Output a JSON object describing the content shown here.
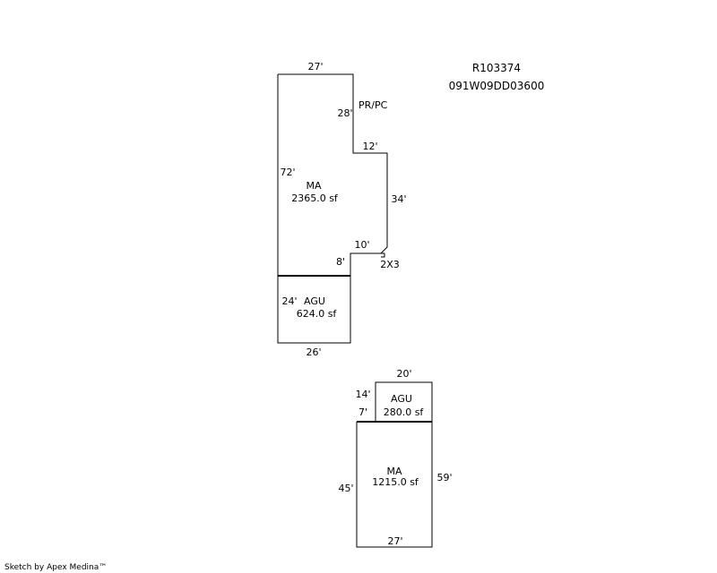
{
  "header": {
    "account": "R103374",
    "map_number": "091W09DD03600"
  },
  "footer": {
    "credit": "Sketch by Apex Medina™"
  },
  "building_1": {
    "main_area": {
      "code": "MA",
      "area": "2365.0 sf"
    },
    "garage": {
      "code": "AGU",
      "area": "624.0 sf"
    },
    "porch_label": "PR/PC",
    "corner_label": "2X3",
    "dimensions": {
      "top": "27'",
      "notch_drop": "28'",
      "notch_run": "12'",
      "right_side": "34'",
      "left_side": "72'",
      "step_run": "10'",
      "step_drop": "8'",
      "garage_side": "24'",
      "garage_bottom": "26'"
    }
  },
  "building_2": {
    "garage": {
      "code": "AGU",
      "area": "280.0 sf"
    },
    "main_area": {
      "code": "MA",
      "area": "1215.0 sf"
    },
    "dimensions": {
      "garage_top": "20'",
      "garage_side": "14'",
      "offset": "7'",
      "left_side": "45'",
      "right_side": "59'",
      "bottom": "27'"
    }
  }
}
